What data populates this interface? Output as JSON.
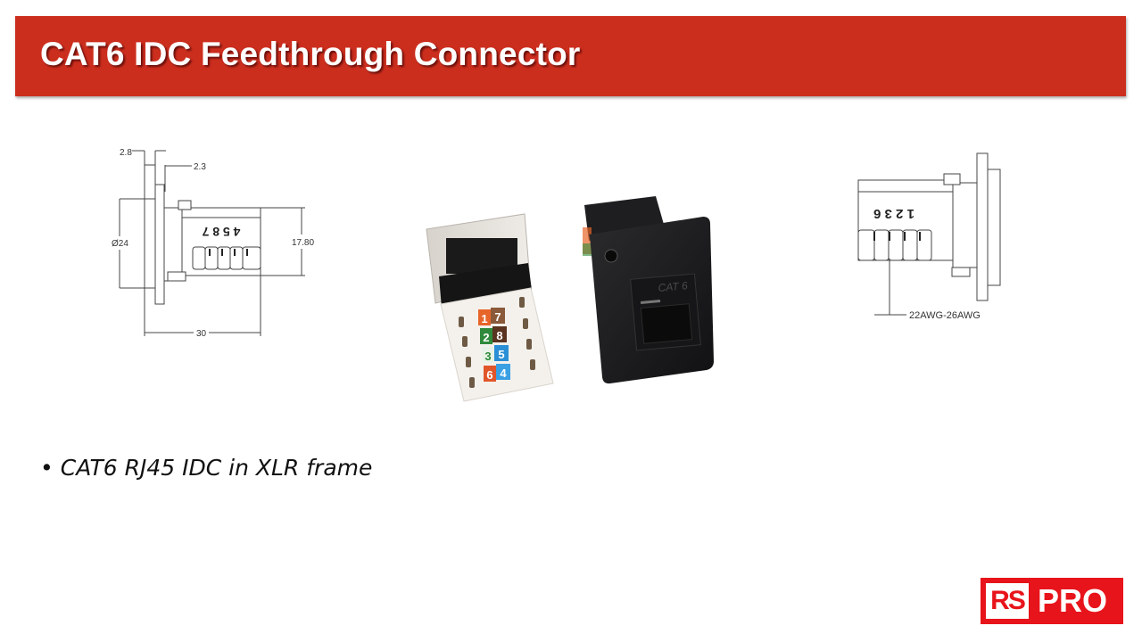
{
  "slide": {
    "title": "CAT6 IDC Feedthrough Connector",
    "accent_color": "#cc2e1e"
  },
  "left_drawing": {
    "dims": {
      "top_left": "2.8",
      "top_right": "2.3",
      "diameter": "Ø24",
      "height": "17.80",
      "length": "30"
    },
    "pin_labels": "4 5 8 7"
  },
  "right_drawing": {
    "pin_labels": "1 2 3 6",
    "wire_gauge": "22AWG-26AWG"
  },
  "photo": {
    "connector_marking": "CAT 6",
    "terminal_numbers": [
      "7",
      "1",
      "8",
      "2",
      "5",
      "3",
      "4",
      "6"
    ]
  },
  "bullets": [
    {
      "text": "CAT6 RJ45 IDC in XLR frame"
    }
  ],
  "logo": {
    "left": "RS",
    "right": "PRO",
    "color": "#e8141b"
  }
}
